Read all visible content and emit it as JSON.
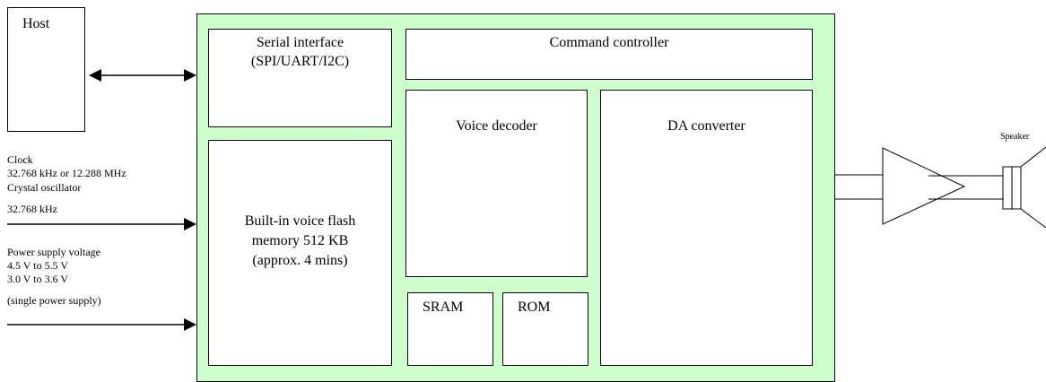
{
  "host": {
    "label": "Host"
  },
  "chip": {
    "serial_interface": {
      "line1": "Serial interface",
      "line2": "(SPI/UART/I2C)"
    },
    "command_controller": {
      "label": "Command controller"
    },
    "voice_decoder": {
      "label": "Voice decoder"
    },
    "da_converter": {
      "label": "DA converter"
    },
    "flash_memory": {
      "line1": "Built-in voice flash",
      "line2": "memory 512 KB",
      "line3": "(approx. 4 mins)"
    },
    "sram": {
      "label": "SRAM"
    },
    "rom": {
      "label": "ROM"
    }
  },
  "clock_input": {
    "lines": [
      "Clock",
      "32.768 kHz or 12.288 MHz",
      "Crystal oscillator",
      "32.768 kHz"
    ]
  },
  "power_input": {
    "lines": [
      "Power supply voltage",
      "4.5 V to 5.5 V",
      "3.0 V to 3.6 V",
      "(single power supply)"
    ]
  },
  "speaker": {
    "label": "Speaker"
  },
  "colors": {
    "chip_fill": "#ccffcc",
    "line": "#000000",
    "box_fill": "#ffffff"
  }
}
